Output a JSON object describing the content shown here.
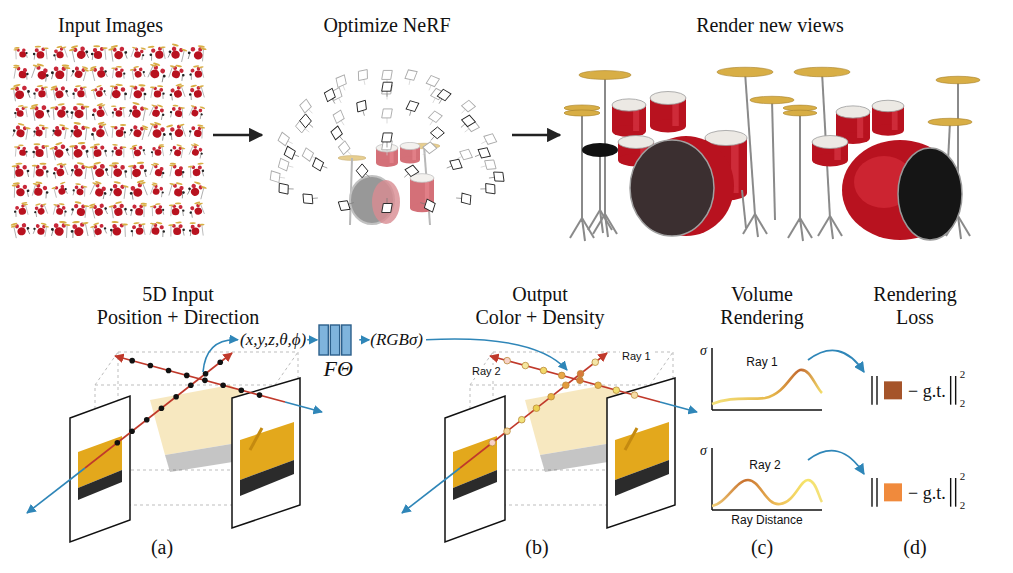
{
  "diagram": {
    "nodes": [
      {
        "text": [
          "Input Images"
        ]
      },
      {
        "text": [
          "Optimize NeRF"
        ]
      },
      {
        "text": [
          "Render new views"
        ]
      },
      {
        "text": [
          "FΘ"
        ]
      }
    ],
    "edges": [
      {
        "from": 0,
        "to": 1,
        "arrow": "to"
      },
      {
        "from": 1,
        "to": 2,
        "arrow": "to"
      }
    ],
    "labels": [
      "5D Input",
      "Position + Direction",
      "(x,y,z,θ,ϕ)",
      "(RGBσ)",
      "Output",
      "Color + Density",
      "Ray 2",
      "Ray 1",
      "Volume",
      "Rendering",
      "Rendering",
      "Loss",
      "σ",
      "Ray 1",
      "σ",
      "Ray 2",
      "Ray Distance",
      "− g.t.",
      "2",
      "2",
      "− g.t.",
      "2",
      "2",
      "(a)",
      "(b)",
      "(c)",
      "(d)"
    ]
  }
}
